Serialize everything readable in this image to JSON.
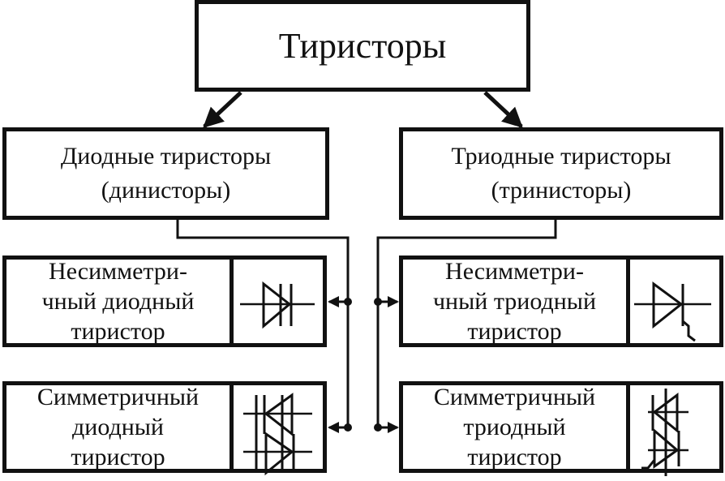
{
  "root": {
    "label": "Тиристоры"
  },
  "categories": [
    {
      "line1": "Диодные тиристоры",
      "line2": "(динисторы)"
    },
    {
      "line1": "Триодные тиристоры",
      "line2": "(тринисторы)"
    }
  ],
  "leaves": [
    {
      "line1": "Несимметри-",
      "line2": "чный диодный",
      "line3": "тиристор",
      "symbol": "diode-thyristor-icon"
    },
    {
      "line1": "Симметричный",
      "line2": "диодный",
      "line3": "тиристор",
      "symbol": "symmetric-diode-thyristor-icon"
    },
    {
      "line1": "Несимметри-",
      "line2": "чный триодный",
      "line3": "тиристор",
      "symbol": "triode-thyristor-icon"
    },
    {
      "line1": "Симметричный",
      "line2": "триодный",
      "line3": "тиристор",
      "symbol": "symmetric-triode-thyristor-icon"
    }
  ],
  "colors": {
    "line": "#111111",
    "background": "#ffffff"
  }
}
